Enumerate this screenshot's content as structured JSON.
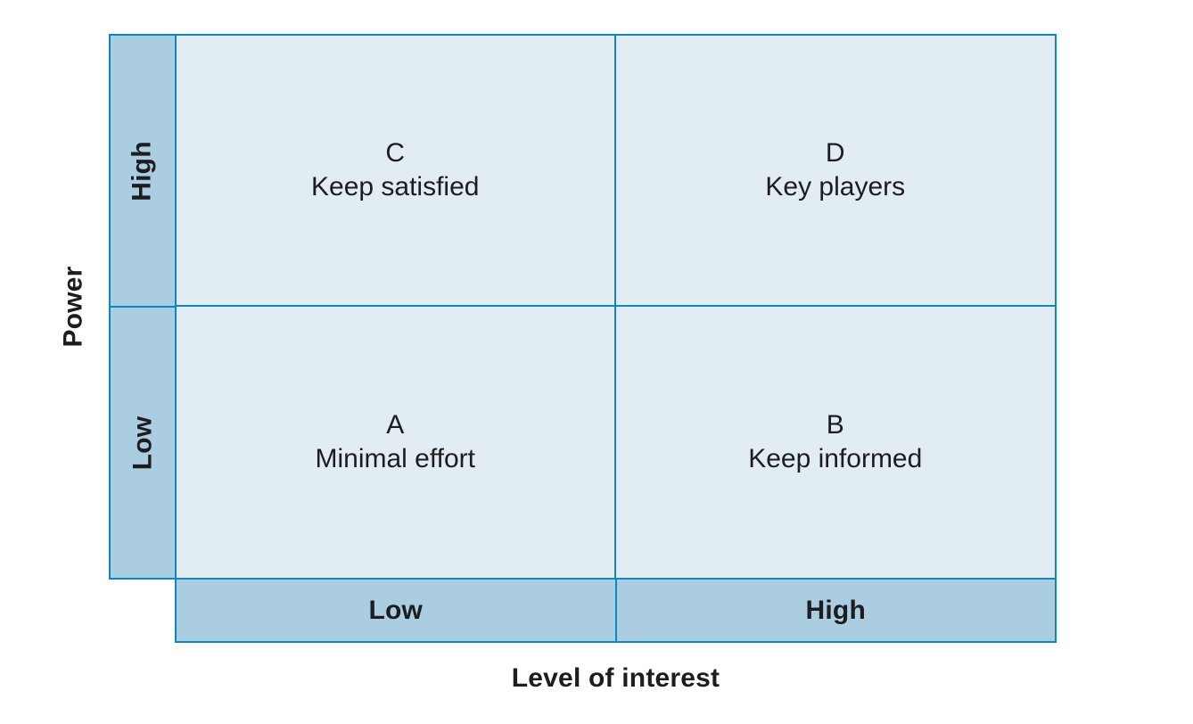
{
  "diagram": {
    "type": "2x2-matrix",
    "name": "stakeholder power-interest matrix"
  },
  "colors": {
    "border": "#0d87bd",
    "band_fill": "#abcde2",
    "quadrant_fill": "#e2ecf3",
    "text": "#1d1d1f",
    "background": "#ffffff"
  },
  "y_axis": {
    "title": "Power",
    "labels": {
      "top": "High",
      "bottom": "Low"
    }
  },
  "x_axis": {
    "title": "Level of interest",
    "labels": {
      "left": "Low",
      "right": "High"
    }
  },
  "quadrants": {
    "top_left": {
      "letter": "C",
      "label": "Keep satisfied"
    },
    "top_right": {
      "letter": "D",
      "label": "Key players"
    },
    "bottom_left": {
      "letter": "A",
      "label": "Minimal effort"
    },
    "bottom_right": {
      "letter": "B",
      "label": "Keep informed"
    }
  }
}
